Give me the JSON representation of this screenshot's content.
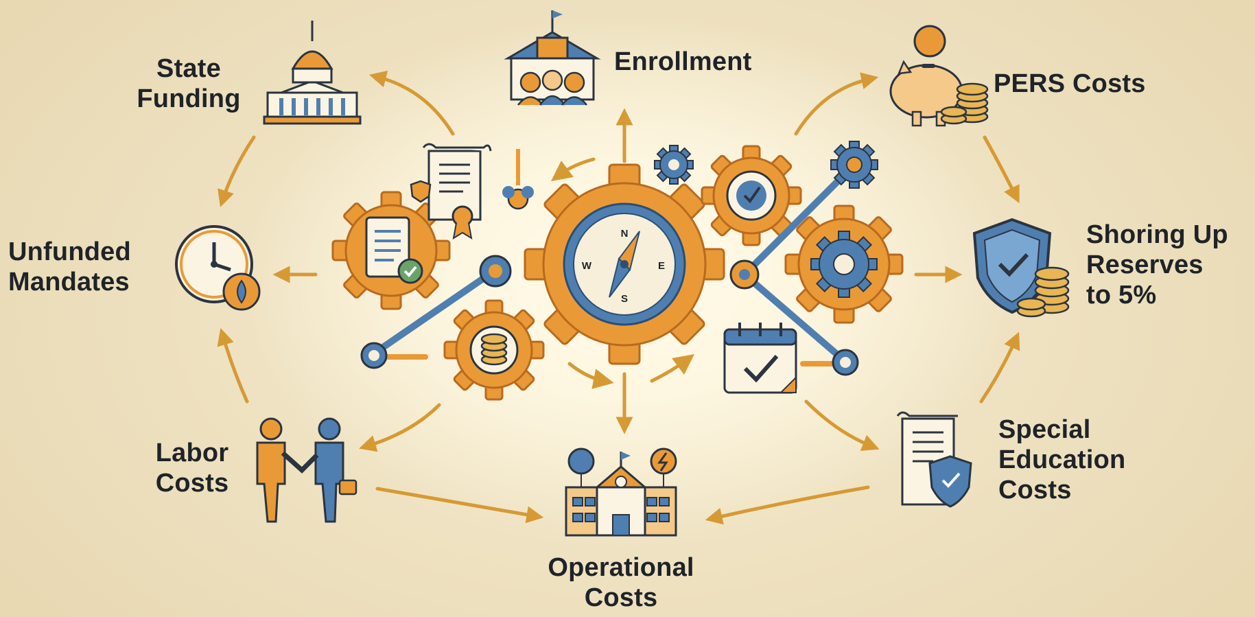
{
  "nodes": {
    "state_funding": [
      "State",
      "Funding"
    ],
    "enrollment": [
      "Enrollment"
    ],
    "pers_costs": [
      "PERS Costs"
    ],
    "unfunded_mandates": [
      "Unfunded",
      "Mandates"
    ],
    "shoring_up_reserves": [
      "Shoring Up",
      "Reserves",
      "to 5%"
    ],
    "labor_costs": [
      "Labor",
      "Costs"
    ],
    "operational_costs": [
      "Operational",
      "Costs"
    ],
    "special_education_costs": [
      "Special",
      "Education",
      "Costs"
    ]
  },
  "compass_letters": {
    "n": "N",
    "s": "S",
    "e": "E",
    "w": "W"
  },
  "icons": {
    "state_funding": "capitol-icon",
    "enrollment": "school-students-icon",
    "pers_costs": "piggy-bank-icon",
    "unfunded_mandates": "clock-icon",
    "shoring_up_reserves": "shield-coins-icon",
    "labor_costs": "handshake-icon",
    "operational_costs": "school-building-icon",
    "special_education_costs": "document-shield-icon",
    "center": "compass-gear-icon"
  },
  "colors": {
    "orange": "#e99a37",
    "blue": "#4f7fb0",
    "arrow": "#d69a35",
    "ink": "#1f2328"
  }
}
